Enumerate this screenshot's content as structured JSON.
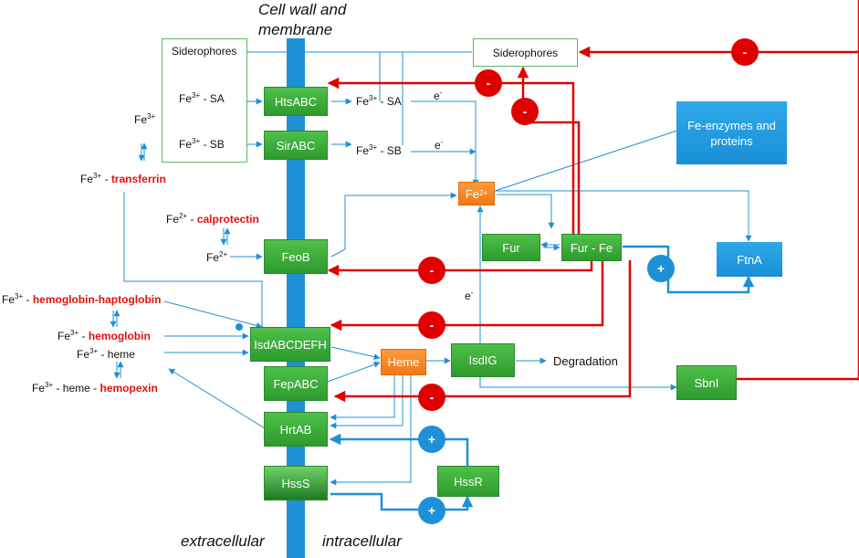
{
  "headers": {
    "membrane_line1": "Cell wall and",
    "membrane_line2": "membrane",
    "extracellular": "extracellular",
    "intracellular": "intracellular"
  },
  "boxes": {
    "siderophores_out": "Siderophores",
    "siderophores_in": "Siderophores",
    "htsabc": "HtsABC",
    "sirabc": "SirABC",
    "feob": "FeoB",
    "isd": "IsdABCDEFH",
    "fepabc": "FepABC",
    "hrtab": "HrtAB",
    "hsss": "HssS",
    "hssr": "HssR",
    "fe2": "Fe",
    "fe2_sup": "2+",
    "heme": "Heme",
    "isdig": "IsdIG",
    "fur": "Fur",
    "furfe": "Fur - Fe",
    "fe_enzymes": "Fe-enzymes and proteins",
    "ftna": "FtnA",
    "sbni": "SbnI"
  },
  "labels": {
    "fe3_sa_out": {
      "base": "Fe",
      "sup": "3+",
      "rest": " - SA"
    },
    "fe3_sb_out": {
      "base": "Fe",
      "sup": "3+",
      "rest": " - SB"
    },
    "fe3_free": {
      "base": "Fe",
      "sup": "3+"
    },
    "fe3_transferrin": {
      "base": "Fe",
      "sup": "3+",
      "sep": " - ",
      "red": "transferrin"
    },
    "fe2_calprotectin": {
      "base": "Fe",
      "sup": "2+",
      "sep": " - ",
      "red": "calprotectin"
    },
    "fe2_free": {
      "base": "Fe",
      "sup": "2+"
    },
    "fe3_hb_hp": {
      "base": "Fe",
      "sup": "3+",
      "sep": " - ",
      "red": "hemoglobin-haptoglobin"
    },
    "fe3_hb": {
      "base": "Fe",
      "sup": "3+",
      "sep": " - ",
      "red": "hemoglobin"
    },
    "fe3_heme": {
      "base": "Fe",
      "sup": "3+",
      "rest": " - heme"
    },
    "fe3_heme_hpx": {
      "base": "Fe",
      "sup": "3+",
      "sep": " - heme - ",
      "red": "hemopexin"
    },
    "fe3_sa_in": {
      "base": "Fe",
      "sup": "3+",
      "rest": " - SA"
    },
    "fe3_sb_in": {
      "base": "Fe",
      "sup": "3+",
      "rest": " - SB"
    },
    "e_1": {
      "base": "e",
      "sup": "-"
    },
    "e_2": {
      "base": "e",
      "sup": "-"
    },
    "e_3": {
      "base": "e",
      "sup": "-"
    },
    "degradation": "Degradation"
  },
  "signs": {
    "minus": "-",
    "plus": "+"
  },
  "colors": {
    "membrane": "#1e90d6",
    "arrow_blue": "#1e90d6",
    "repression_red": "#e00000",
    "activation_blue": "#1e90d6",
    "transporter_green": "#3aa83a",
    "heme_orange": "#f5821f"
  }
}
